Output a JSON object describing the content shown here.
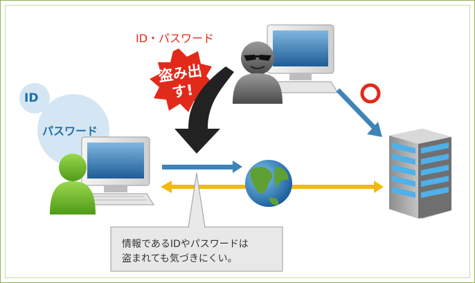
{
  "labels": {
    "id": "ID",
    "password": "パスワード",
    "stolen_credentials": "ID・パスワード",
    "steal_burst": "盗み出す!",
    "callout_line1": "情報であるIDやパスワードは",
    "callout_line2": "盗まれても気づきにくい。"
  },
  "icons": [
    "user-icon",
    "computer-icon",
    "attacker-icon",
    "globe-icon",
    "server-icon",
    "ok-circle-icon",
    "arrow-icon"
  ],
  "colors": {
    "frame": "#8db04f",
    "accent_red": "#e22a1b",
    "arrow_blue": "#3f84b8",
    "arrow_yellow": "#f2b90f",
    "user_green": "#6cbf2a",
    "bubble_blue": "#d4e6f3",
    "callout_fill": "#e8e8e8"
  }
}
